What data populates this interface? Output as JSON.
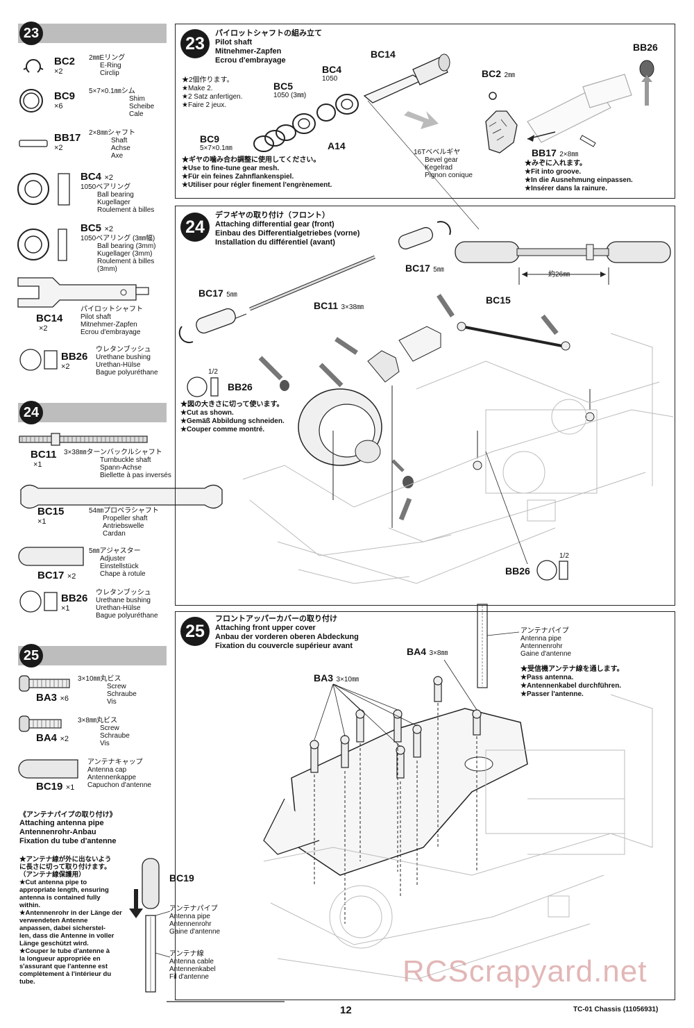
{
  "step23": {
    "num": "23",
    "parts": [
      {
        "code": "BC2",
        "qty": "×2",
        "jp": "2㎜Eリング",
        "names": [
          "E-Ring",
          "Circlip"
        ]
      },
      {
        "code": "BC9",
        "qty": "×6",
        "jp": "5×7×0.1㎜シム",
        "names": [
          "Shim",
          "Scheibe",
          "Cale"
        ]
      },
      {
        "code": "BB17",
        "qty": "×2",
        "jp": "2×8㎜シャフト",
        "names": [
          "Shaft",
          "Achse",
          "Axe"
        ]
      },
      {
        "code": "BC4",
        "qty": "×2",
        "jp": "1050ベアリング",
        "names": [
          "Ball bearing",
          "Kugellager",
          "Roulement à billes"
        ]
      },
      {
        "code": "BC5",
        "qty": "×2",
        "jp": "1050ベアリング (3㎜幅)",
        "names": [
          "Ball bearing (3mm)",
          "Kugellager (3mm)",
          "Roulement à billes",
          "(3mm)"
        ]
      },
      {
        "code": "BC14",
        "qty": "×2",
        "jp": "パイロットシャフト",
        "names": [
          "Pilot shaft",
          "Mitnehmer-Zapfen",
          "Ecrou d'embrayage"
        ]
      },
      {
        "code": "BB26",
        "qty": "×2",
        "jp": "ウレタンブッシュ",
        "names": [
          "Urethane bushing",
          "Urethan-Hülse",
          "Bague polyuréthane"
        ]
      }
    ],
    "title_jp": "パイロットシャフトの組み立て",
    "title": [
      "Pilot shaft",
      "Mitnehmer-Zapfen",
      "Ecrou d'embrayage"
    ],
    "make2": [
      "★2個作ります。",
      "★Make 2.",
      "★2 Satz anfertigen.",
      "★Faire 2 jeux."
    ],
    "shim_note": [
      "★ギヤの噛み合わ調整に使用してください。",
      "★Use to fine-tune gear mesh.",
      "★Für ein feines Zahnflankenspiel.",
      "★Utiliser pour régler finement l'engrènement."
    ],
    "groove_note": [
      "★みぞに入れます。",
      "★Fit into groove.",
      "★In die Ausnehmung einpassen.",
      "★Insérer dans la rainure."
    ],
    "labels": {
      "bc14": "BC14",
      "bc4": "BC4",
      "bc4_sub": "1050",
      "bc5": "BC5",
      "bc5_sub": "1050 (3㎜)",
      "bc9": "BC9",
      "bc9_sub": "5×7×0.1㎜",
      "a14": "A14",
      "bb26": "BB26",
      "bc2": "BC2",
      "bc2_sub": "2㎜",
      "bb17": "BB17",
      "bb17_sub": "2×8㎜",
      "gear_jp": "16Tベベルギヤ",
      "gear": [
        "Bevel gear",
        "Kegelrad",
        "Pignon conique"
      ]
    }
  },
  "step24": {
    "num": "24",
    "parts": [
      {
        "code": "BC11",
        "qty": "×1",
        "jp": "3×38㎜ターンバックルシャフト",
        "names": [
          "Turnbuckle shaft",
          "Spann-Achse",
          "Biellette à pas inversés"
        ]
      },
      {
        "code": "BC15",
        "qty": "×1",
        "jp": "54㎜プロペラシャフト",
        "names": [
          "Propeller shaft",
          "Antriebswelle",
          "Cardan"
        ]
      },
      {
        "code": "BC17",
        "qty": "×2",
        "jp": "5㎜アジャスター",
        "names": [
          "Adjuster",
          "Einstellstück",
          "Chape à rotule"
        ]
      },
      {
        "code": "BB26",
        "qty": "×1",
        "jp": "ウレタンブッシュ",
        "names": [
          "Urethane bushing",
          "Urethan-Hülse",
          "Bague polyuréthane"
        ]
      }
    ],
    "title_jp": "デフギヤの取り付け（フロント）",
    "title": [
      "Attaching differential gear (front)",
      "Einbau des Differentialgetriebes (vorne)",
      "Installation du différentiel (avant)"
    ],
    "cut_note": [
      "★図の大きさに切って使います。",
      "★Cut as shown.",
      "★Gemäß Abbildung schneiden.",
      "★Couper comme montré."
    ],
    "labels": {
      "bc17a": "BC17",
      "bc17a_sub": "5㎜",
      "bc17b": "BC17",
      "bc17b_sub": "5㎜",
      "bc11": "BC11",
      "bc11_sub": "3×38㎜",
      "bc15": "BC15",
      "bb26a": "BB26",
      "bb26b": "BB26",
      "half": "1/2",
      "approx": "約26㎜"
    }
  },
  "step25": {
    "num": "25",
    "parts": [
      {
        "code": "BA3",
        "qty": "×6",
        "jp": "3×10㎜丸ビス",
        "names": [
          "Screw",
          "Schraube",
          "Vis"
        ]
      },
      {
        "code": "BA4",
        "qty": "×2",
        "jp": "3×8㎜丸ビス",
        "names": [
          "Screw",
          "Schraube",
          "Vis"
        ]
      },
      {
        "code": "BC19",
        "qty": "×1",
        "jp": "アンテナキャップ",
        "names": [
          "Antenna cap",
          "Antennenkappe",
          "Capuchon d'antenne"
        ]
      }
    ],
    "antenna_title": [
      "《アンテナパイプの取り付け》",
      "Attaching antenna pipe",
      "Antennenrohr-Anbau",
      "Fixation du tube d'antenne"
    ],
    "antenna_notes": [
      "★アンテナ線が外に出ないよう",
      "に長さに切って取り付けます。",
      "（アンテナ線保護用）",
      "★Cut antenna pipe to",
      "appropriate length, ensuring",
      "antenna is contained fully",
      "within.",
      "★Antennenrohr in der Länge der",
      "verwendeten Antenne",
      "anpassen, dabei sicherstel-",
      "len, dass die Antenne in voller",
      "Länge geschützt wird.",
      "★Couper le tube d'antenne à",
      "la longueur appropriée en",
      "s'assurant que l'antenne est",
      "complètement à l'intérieur du",
      "tube."
    ],
    "pipe_label": [
      "アンテナパイプ",
      "Antenna pipe",
      "Antennenrohr",
      "Gaine d'antenne"
    ],
    "cable_label": [
      "アンテナ線",
      "Antenna cable",
      "Antennenkabel",
      "Fil d'antenne"
    ],
    "bc19": "BC19",
    "title_jp": "フロントアッパーカバーの取り付け",
    "title": [
      "Attaching front upper cover",
      "Anbau der vorderen oberen Abdeckung",
      "Fixation du couvercle supérieur avant"
    ],
    "pipe_label2": [
      "アンテナパイプ",
      "Antenna pipe",
      "Antennenrohr",
      "Gaine d'antenne"
    ],
    "pass_note": [
      "★受信機アンテナ線を通します。",
      "★Pass antenna.",
      "★Antennenkabel durchführen.",
      "★Passer l'antenne."
    ],
    "labels": {
      "ba4": "BA4",
      "ba4_sub": "3×8㎜",
      "ba3": "BA3",
      "ba3_sub": "3×10㎜"
    }
  },
  "footer": {
    "page": "12",
    "model": "TC-01 Chassis (11056931)"
  },
  "watermark": "RCScrapyard.net"
}
